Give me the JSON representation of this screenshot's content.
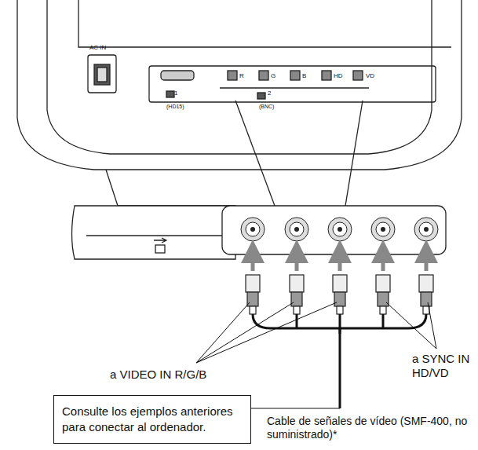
{
  "diagram": {
    "nodes": [
      {
        "text": [
          "Consulte los ejemplos anteriores para conectar al ordenador."
        ]
      }
    ],
    "labels": [
      "AC IN",
      "1",
      "(HD15)",
      "R",
      "G",
      "B",
      "HD",
      "VD",
      "2",
      "(BNC)",
      "a VIDEO IN R/G/B",
      "a SYNC IN HD/VD",
      "Cable de señales de vídeo (SMF-400, no suministrado)*"
    ]
  }
}
